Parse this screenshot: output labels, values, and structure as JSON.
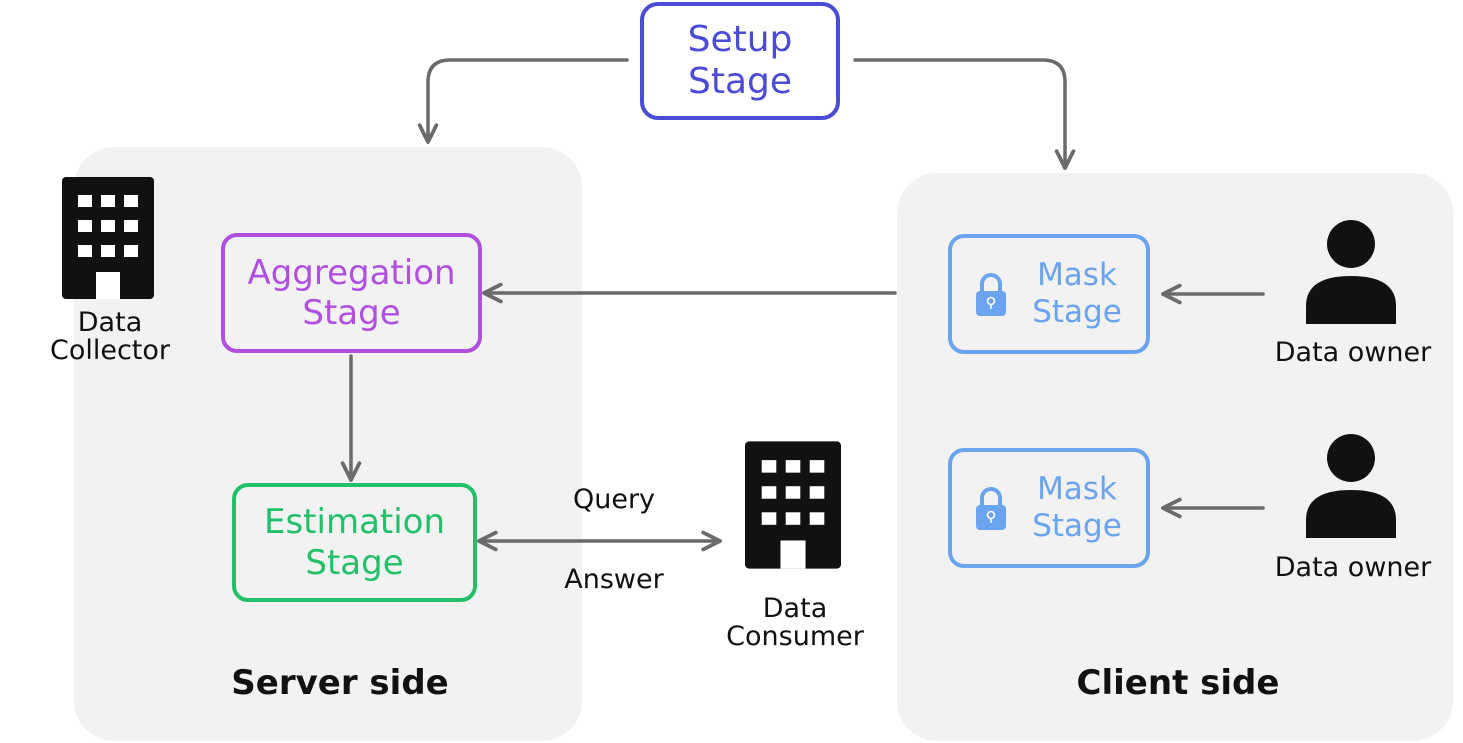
{
  "colors": {
    "panel": "#f2f2f2",
    "arrow": "#6b6b6b",
    "setup": "#4b4bd6",
    "aggregation": "#b04fe0",
    "estimation": "#22c06a",
    "mask": "#6aa3ee",
    "icon": "#111111"
  },
  "setup": {
    "line1": "Setup",
    "line2": "Stage"
  },
  "aggregation": {
    "line1": "Aggregation",
    "line2": "Stage"
  },
  "estimation": {
    "line1": "Estimation",
    "line2": "Stage"
  },
  "mask1": {
    "line1": "Mask",
    "line2": "Stage"
  },
  "mask2": {
    "line1": "Mask",
    "line2": "Stage"
  },
  "collector": {
    "line1": "Data",
    "line2": "Collector"
  },
  "consumer": {
    "line1": "Data",
    "line2": "Consumer"
  },
  "owner1": "Data owner",
  "owner2": "Data owner",
  "query": "Query",
  "answer": "Answer",
  "server_side": "Server side",
  "client_side": "Client side"
}
